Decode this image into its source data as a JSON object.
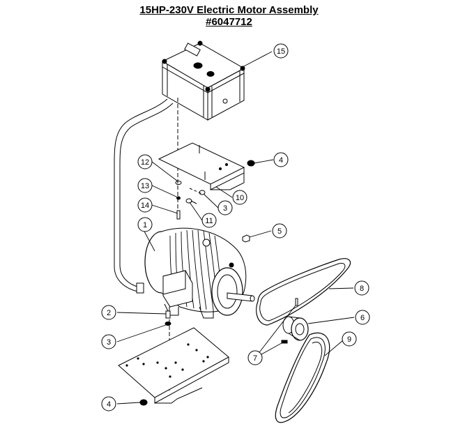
{
  "title": {
    "line1": "15HP-230V Electric Motor Assembly",
    "line2": "#6047712"
  },
  "callouts": [
    {
      "id": "c15",
      "label": "15"
    },
    {
      "id": "c4a",
      "label": "4"
    },
    {
      "id": "c12",
      "label": "12"
    },
    {
      "id": "c13",
      "label": "13"
    },
    {
      "id": "c14",
      "label": "14"
    },
    {
      "id": "c10",
      "label": "10"
    },
    {
      "id": "c3a",
      "label": "3"
    },
    {
      "id": "c11",
      "label": "11"
    },
    {
      "id": "c1",
      "label": "1"
    },
    {
      "id": "c5",
      "label": "5"
    },
    {
      "id": "c8",
      "label": "8"
    },
    {
      "id": "c2",
      "label": "2"
    },
    {
      "id": "c6",
      "label": "6"
    },
    {
      "id": "c3b",
      "label": "3"
    },
    {
      "id": "c9",
      "label": "9"
    },
    {
      "id": "c7",
      "label": "7"
    },
    {
      "id": "c4b",
      "label": "4"
    }
  ]
}
